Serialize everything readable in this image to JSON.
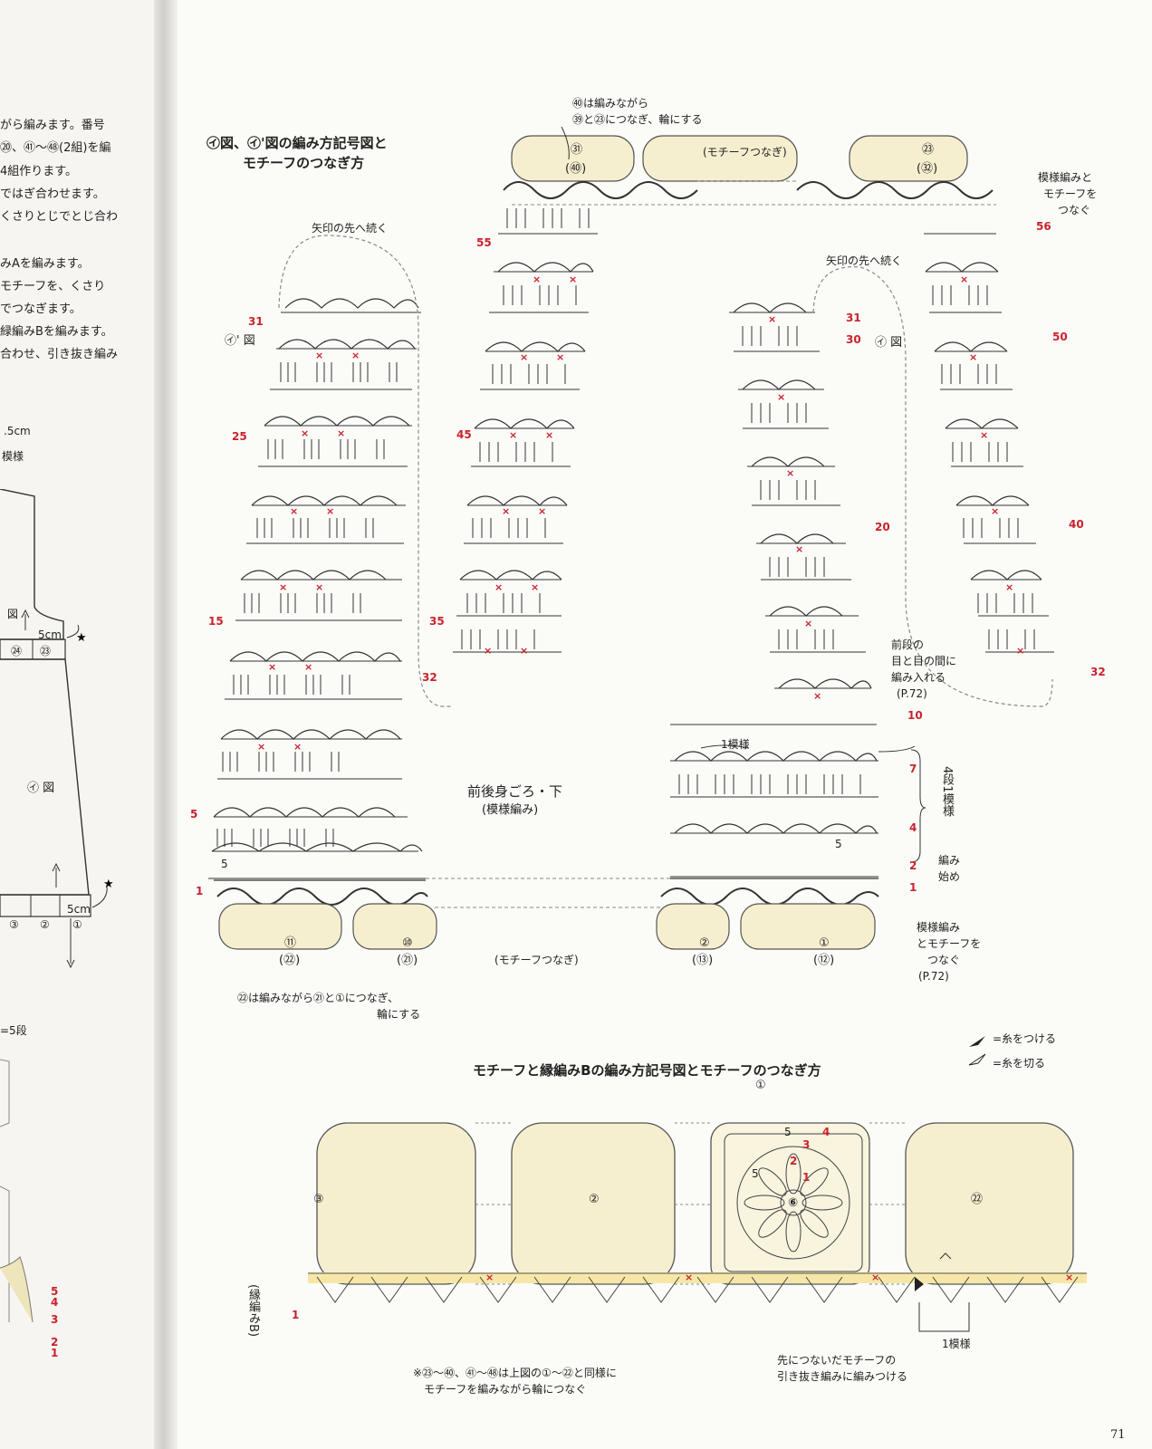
{
  "left_page": {
    "lines": [
      "がら編みます。番号",
      "⑳、㊶〜㊽(2組)を編",
      "4組作ります。",
      "ではぎ合わせます。",
      "くさりとじでとじ合わ",
      "みAを編みます。",
      "モチーフを、くさり",
      "でつなぎます。",
      "緑編みBを編みます。",
      "合わせ、引き抜き編み"
    ],
    "dim_5cm_a": ".5cm",
    "pattern_label": "模様",
    "fig_label_small": "図",
    "motif_24": "㉔",
    "motif_23": "㉓",
    "dim_5cm_b": "5cm",
    "fig_label": "㋑ 図",
    "motif_3": "③",
    "motif_2": "②",
    "motif_1": "①",
    "dim_5cm_c": "5cm",
    "rows_note": "=5段",
    "row_nums": [
      "5",
      "4",
      "3",
      "2",
      "1"
    ]
  },
  "section1": {
    "title_line1": "㋑図、㋑'図の編み方記号図と",
    "title_line2": "モチーフのつなぎ方",
    "note_top_1": "㊵は編みながら",
    "note_top_2": "㊴と㉓につなぎ、輪にする",
    "motif_join_top": "(モチーフつなぎ)",
    "note_pattern_join_1": "模様編みと",
    "note_pattern_join_2": "モチーフを",
    "note_pattern_join_3": "つなぐ",
    "arrow_continue_1": "矢印の先へ続く",
    "arrow_continue_2": "矢印の先へ続く",
    "fig_i_prime": "㋑' 図",
    "fig_i": "㋑ 図",
    "body_title": "前後身ごろ・下",
    "body_subtitle": "(模様編み)",
    "one_repeat": "1模様",
    "rep_note": "4段1模様",
    "start_note_1": "編み",
    "start_note_2": "始め",
    "between_note_1": "前段の",
    "between_note_2": "目と目の間に",
    "between_note_3": "編み入れる",
    "between_note_4": "(P.72)",
    "join_bottom_1": "模様編み",
    "join_bottom_2": "とモチーフを",
    "join_bottom_3": "つなぐ",
    "join_bottom_4": "(P.72)",
    "motif_join_bottom": "(モチーフつなぎ)",
    "note_bottom_1": "㉒は編みながら㉑と①につなぎ、",
    "note_bottom_2": "輪にする",
    "motifs_top": [
      {
        "a": "㉛",
        "b": "(㊵)"
      },
      {
        "a": "㉓",
        "b": "(㉜)"
      }
    ],
    "motifs_bottom": [
      {
        "a": "⑪",
        "b": "(㉒)"
      },
      {
        "a": "⑩",
        "b": "(㉑)"
      },
      {
        "a": "②",
        "b": "(⑬)"
      },
      {
        "a": "①",
        "b": "(⑫)"
      }
    ],
    "rows_left": [
      "31",
      "25",
      "15",
      "5",
      "1"
    ],
    "rows_mid": [
      "55",
      "45",
      "35",
      "32"
    ],
    "rows_right_col": [
      "31",
      "30",
      "20",
      "10"
    ],
    "rows_right": [
      "56",
      "50",
      "40",
      "32"
    ],
    "rows_bottom_right": [
      "7",
      "4",
      "2",
      "1"
    ],
    "inner_5": "5"
  },
  "legend": {
    "attach": "=糸をつける",
    "cut": "=糸を切る"
  },
  "section2": {
    "title": "モチーフと縁編みBの編み方記号図とモチーフのつなぎ方",
    "motif_labels": [
      "③",
      "②",
      "①",
      "㉒"
    ],
    "center_motif": "⑥",
    "round_labels": [
      "5",
      "4",
      "3",
      "2",
      "1",
      "5"
    ],
    "edging_label": "(縁編みB)",
    "edging_row": "1",
    "one_repeat": "1模様",
    "note_left_1": "※㉓〜㊵、㊶〜㊽は上図の①〜㉒と同様に",
    "note_left_2": "モチーフを編みながら輪につなぐ",
    "note_right_1": "先につないだモチーフの",
    "note_right_2": "引き抜き編みに編みつける"
  },
  "page_number": "71",
  "colors": {
    "motif_fill": "#f6efcf",
    "red_mark": "#c8232c",
    "line": "#555555"
  }
}
